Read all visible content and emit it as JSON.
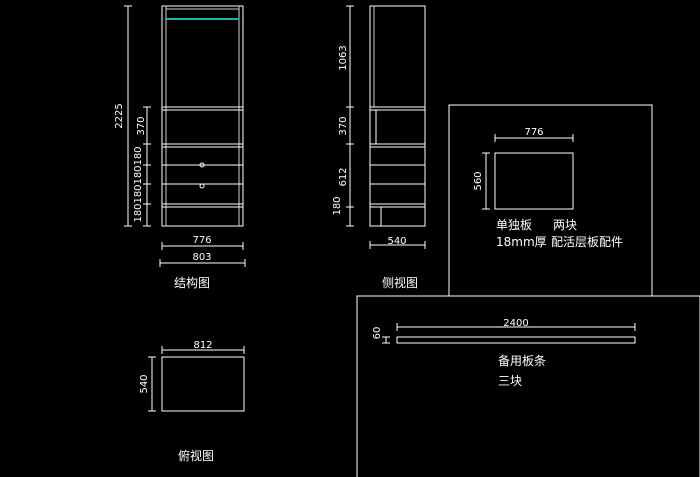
{
  "front_view": {
    "caption": "结构图",
    "height_total": "2225",
    "h_370": "370",
    "h_180_a": "180",
    "h_180_b": "180",
    "h_180_c": "180",
    "h_180_d": "180",
    "width_inner": "776",
    "width_outer": "803"
  },
  "side_view": {
    "caption": "侧视图",
    "h_1063": "1063",
    "h_370": "370",
    "h_612": "612",
    "h_180": "180",
    "depth": "540"
  },
  "top_view": {
    "caption": "俯视图",
    "width": "812",
    "depth": "540"
  },
  "shelf_panel": {
    "width": "776",
    "depth": "560",
    "note_line1": "单独板",
    "note_line2": "18mm厚",
    "note_line3": "两块",
    "note_line4": "配活层板配件"
  },
  "spare_strip": {
    "length": "2400",
    "height": "60",
    "note_line1": "备用板条",
    "note_line2": "三块"
  },
  "colors": {
    "background": "#000000",
    "lines": "#ffffff",
    "accent": "#1fb5a8"
  }
}
